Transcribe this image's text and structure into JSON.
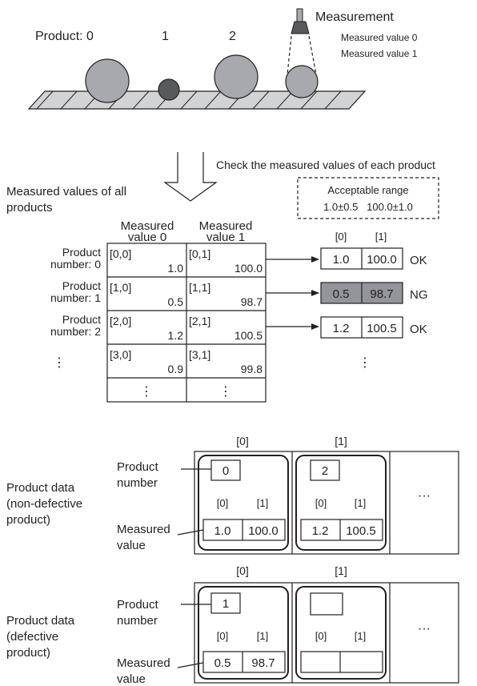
{
  "conveyor": {
    "product_label": "Product: 0",
    "product_1": "1",
    "product_2": "2",
    "sensor_title": "Measurement",
    "sensor_value_0": "Measured value 0",
    "sensor_value_1": "Measured value 1"
  },
  "step_caption": "Check the measured values of each product",
  "all_products_label": [
    "Measured values of all",
    "products"
  ],
  "acceptable": {
    "title": "Acceptable range",
    "ranges": "1.0±0.5   100.0±1.0"
  },
  "measure_table": {
    "col0_header": [
      "Measured",
      "value 0"
    ],
    "col1_header": [
      "Measured",
      "value 1"
    ],
    "row_labels": [
      [
        "Product",
        "number: 0"
      ],
      [
        "Product",
        "number: 1"
      ],
      [
        "Product",
        "number: 2"
      ]
    ],
    "row_ellipsis": "⋮",
    "cells": [
      [
        {
          "idx": "[0,0]",
          "val": "1.0"
        },
        {
          "idx": "[0,1]",
          "val": "100.0"
        }
      ],
      [
        {
          "idx": "[1,0]",
          "val": "0.5"
        },
        {
          "idx": "[1,1]",
          "val": "98.7"
        }
      ],
      [
        {
          "idx": "[2,0]",
          "val": "1.2"
        },
        {
          "idx": "[2,1]",
          "val": "100.5"
        }
      ],
      [
        {
          "idx": "[3,0]",
          "val": "0.9"
        },
        {
          "idx": "[3,1]",
          "val": "99.8"
        }
      ]
    ],
    "bottom_ellipsis": "⋮"
  },
  "check_results": {
    "idx0": "[0]",
    "idx1": "[1]",
    "rows": [
      {
        "v0": "1.0",
        "v1": "100.0",
        "result": "OK"
      },
      {
        "v0": "0.5",
        "v1": "98.7",
        "result": "NG"
      },
      {
        "v0": "1.2",
        "v1": "100.5",
        "result": "OK"
      }
    ],
    "ellipsis": "⋮"
  },
  "non_defective": {
    "label": [
      "Product data",
      "(non-defective",
      "product)"
    ],
    "product_number_label": [
      "Product",
      "number"
    ],
    "measured_value_label": [
      "Measured",
      "value"
    ],
    "slot_idx": [
      "[0]",
      "[1]"
    ],
    "sub_idx": [
      "[0]",
      "[1]"
    ],
    "slots": [
      {
        "number": "0",
        "v0": "1.0",
        "v1": "100.0"
      },
      {
        "number": "2",
        "v0": "1.2",
        "v1": "100.5"
      }
    ],
    "more": "···"
  },
  "defective": {
    "label": [
      "Product data",
      "(defective",
      "product)"
    ],
    "product_number_label": [
      "Product",
      "number"
    ],
    "measured_value_label": [
      "Measured",
      "value"
    ],
    "slot_idx": [
      "[0]",
      "[1]"
    ],
    "sub_idx": [
      "[0]",
      "[1]"
    ],
    "slots": [
      {
        "number": "1",
        "v0": "0.5",
        "v1": "98.7"
      },
      {
        "number": "",
        "v0": "",
        "v1": ""
      }
    ],
    "more": "···"
  },
  "colors": {
    "ink": "#231f20",
    "product_fill": "#a7a9ac",
    "small_product_fill": "#58595b",
    "ng_fill": "#939598",
    "belt_fill": "#d1d3d4"
  }
}
